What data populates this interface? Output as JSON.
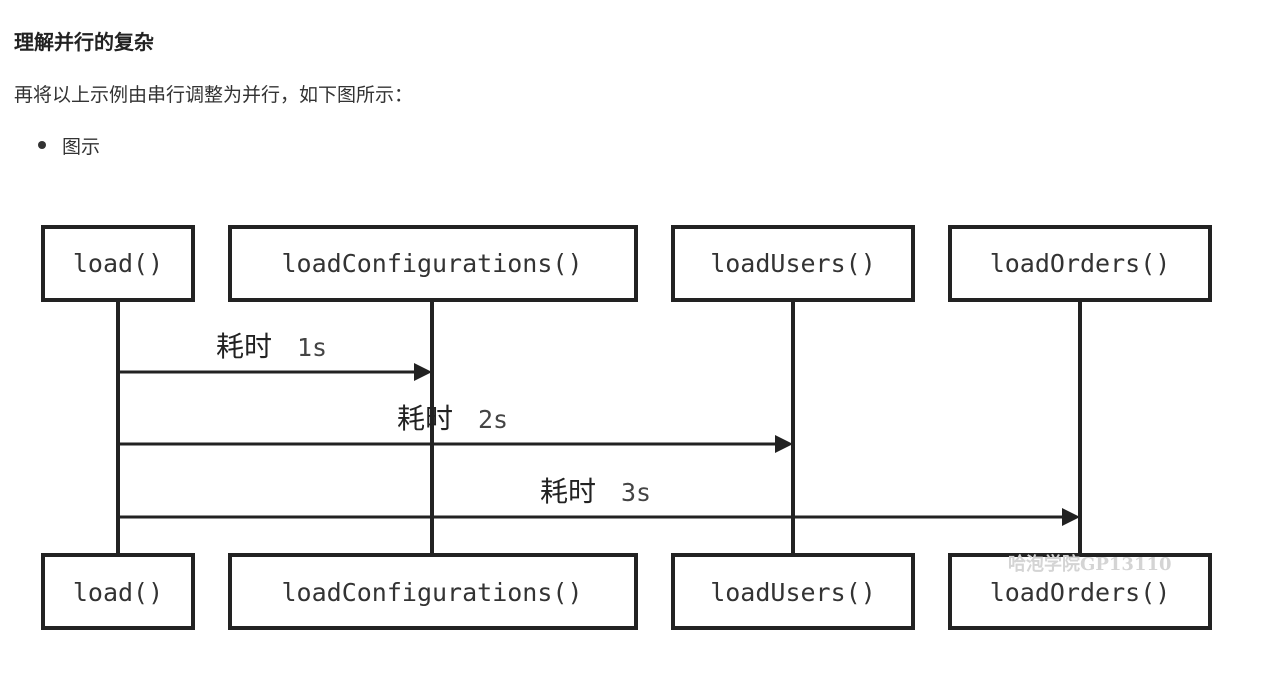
{
  "heading": "理解并行的复杂",
  "paragraph": "再将以上示例由串行调整为并行，如下图所示：",
  "bullets": [
    "图示"
  ],
  "diagram": {
    "participants": [
      {
        "label": "load()"
      },
      {
        "label": "loadConfigurations()"
      },
      {
        "label": "loadUsers()"
      },
      {
        "label": "loadOrders()"
      }
    ],
    "messages": [
      {
        "from": 0,
        "to": 1,
        "label": "耗时",
        "duration": "1s"
      },
      {
        "from": 0,
        "to": 2,
        "label": "耗时",
        "duration": "2s"
      },
      {
        "from": 0,
        "to": 3,
        "label": "耗时",
        "duration": "3s"
      }
    ],
    "watermark": "哈泡学院GP13110"
  }
}
